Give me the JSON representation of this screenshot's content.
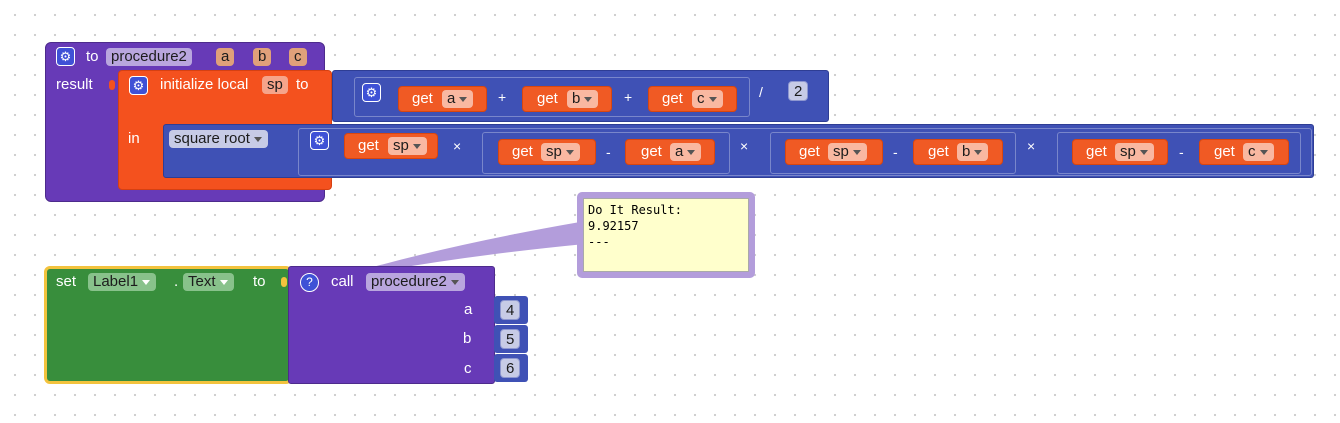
{
  "procedure": {
    "to_label": "to",
    "name": "procedure2",
    "params": [
      "a",
      "b",
      "c"
    ],
    "result_label": "result"
  },
  "init_local": {
    "label": "initialize local",
    "var": "sp",
    "to_label": "to",
    "in_label": "in"
  },
  "sum_expr": {
    "get_label": "get",
    "terms": [
      "a",
      "b",
      "c"
    ],
    "plus": "+",
    "divide": "/",
    "divisor": "2"
  },
  "sqrt_expr": {
    "func": "square root",
    "get_label": "get",
    "var": "sp",
    "times": "×",
    "minus": "-",
    "factors": [
      {
        "left": "sp",
        "right": "a"
      },
      {
        "left": "sp",
        "right": "b"
      },
      {
        "left": "sp",
        "right": "c"
      }
    ]
  },
  "set_block": {
    "set_label": "set",
    "component": "Label1",
    "dot": ".",
    "property": "Text",
    "to_label": "to"
  },
  "call_block": {
    "help": "?",
    "call_label": "call",
    "procedure": "procedure2",
    "args": [
      {
        "name": "a",
        "value": "4"
      },
      {
        "name": "b",
        "value": "5"
      },
      {
        "name": "c",
        "value": "6"
      }
    ]
  },
  "do_it_tooltip": {
    "text": "Do It Result:\n9.92157\n---"
  },
  "colors": {
    "procedure": "#673ab7",
    "local": "#f4511e",
    "math": "#3f51b5",
    "set": "#388e3c",
    "selected": "#f3c33d",
    "get": "#f05a24"
  }
}
